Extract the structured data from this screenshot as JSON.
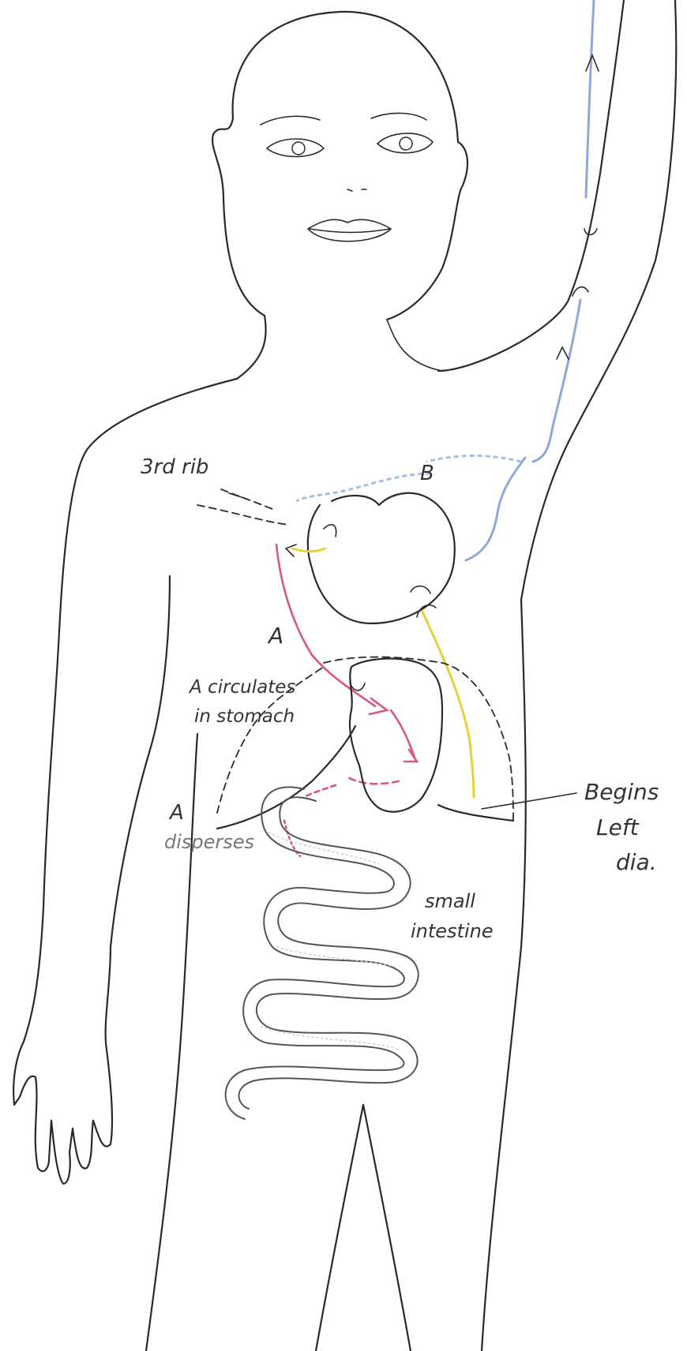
{
  "labels": {
    "third_rib": "3rd rib",
    "b": "B",
    "a_upper": "A",
    "a_circulates": "A circulates",
    "in_stomach": "in stomach",
    "a_lower": "A",
    "disperses": "disperses",
    "begins": "Begins",
    "left": "Left",
    "dia": "dia.",
    "small": "small",
    "intestine": "intestine"
  },
  "colors": {
    "outline": "#2a2a2a",
    "path_b": "#8fa8d8",
    "path_a": "#d9587f",
    "path_yellow": "#e3d23a"
  }
}
